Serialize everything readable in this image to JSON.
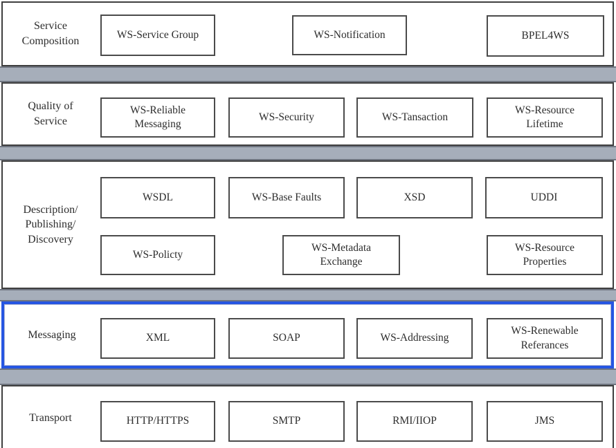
{
  "colors": {
    "highlight_border": "#2656e2",
    "layer_border": "#3e3e3e",
    "box_border": "#4a4a4a",
    "gap_band": "#a6aeba",
    "gap_edge": "#6f7580"
  },
  "layers": [
    {
      "label": "Service Composition",
      "boxes": [
        {
          "label": "WS-Service Group"
        },
        {
          "label": "WS-Notification"
        },
        {
          "label": "BPEL4WS"
        }
      ]
    },
    {
      "label": "Quality of Service",
      "boxes": [
        {
          "label": "WS-Reliable Messaging"
        },
        {
          "label": "WS-Security"
        },
        {
          "label": "WS-Tansaction"
        },
        {
          "label": "WS-Resource Lifetime"
        }
      ]
    },
    {
      "label": "Description/ Publishing/ Discovery",
      "boxes": [
        {
          "label": "WSDL"
        },
        {
          "label": "WS-Base Faults"
        },
        {
          "label": "XSD"
        },
        {
          "label": "UDDI"
        },
        {
          "label": "WS-Policty"
        },
        {
          "label": "WS-Metadata Exchange"
        },
        {
          "label": "WS-Resource Properties"
        }
      ]
    },
    {
      "label": "Messaging",
      "highlighted": true,
      "boxes": [
        {
          "label": "XML"
        },
        {
          "label": "SOAP"
        },
        {
          "label": "WS-Addressing"
        },
        {
          "label": "WS-Renewable Referances"
        }
      ]
    },
    {
      "label": "Transport",
      "boxes": [
        {
          "label": "HTTP/HTTPS"
        },
        {
          "label": "SMTP"
        },
        {
          "label": "RMI/IIOP"
        },
        {
          "label": "JMS"
        }
      ]
    }
  ]
}
